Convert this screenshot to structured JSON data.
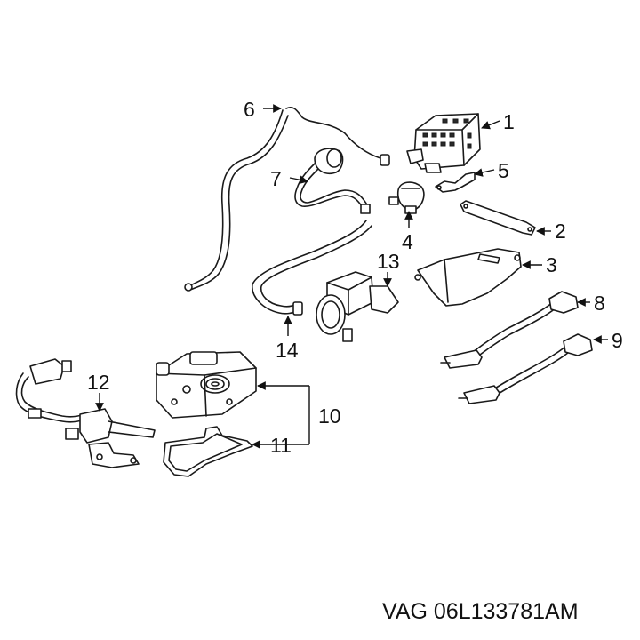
{
  "part_number_label": "VAG 06L133781AM",
  "callouts": {
    "c1": "1",
    "c2": "2",
    "c3": "3",
    "c4": "4",
    "c5": "5",
    "c6": "6",
    "c7": "7",
    "c8": "8",
    "c9": "9",
    "c10": "10",
    "c11": "11",
    "c12": "12",
    "c13": "13",
    "c14": "14"
  }
}
